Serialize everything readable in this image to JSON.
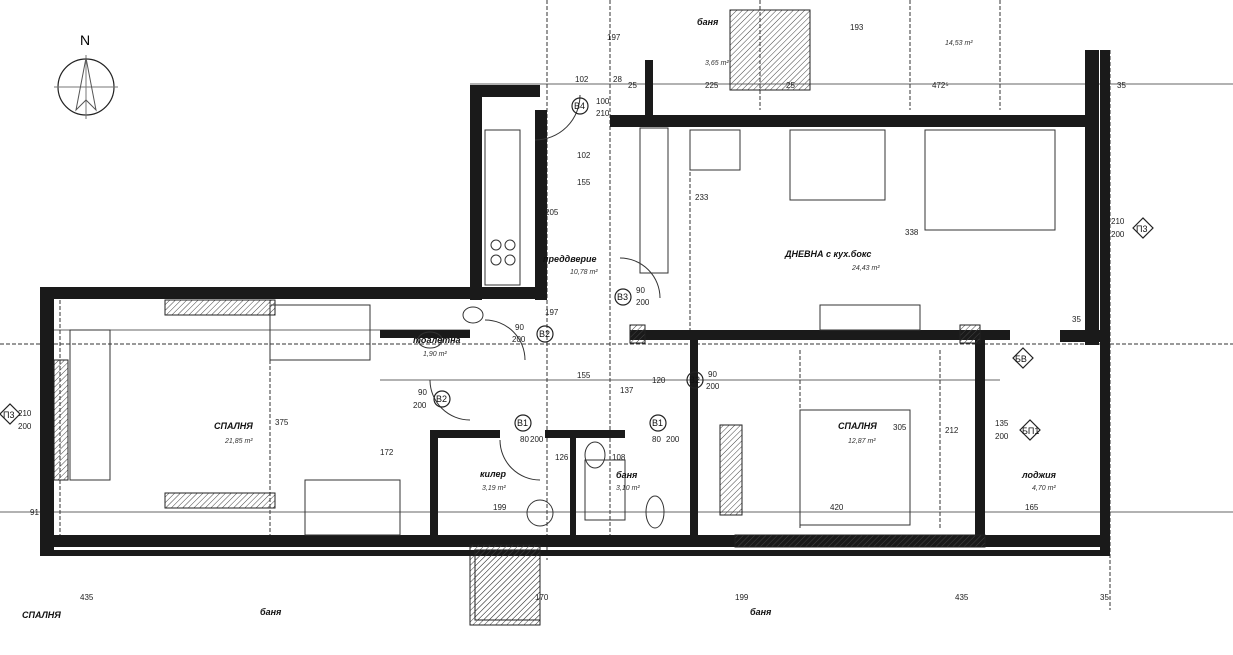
{
  "compass": {
    "label": "N"
  },
  "rooms": [
    {
      "name": "баня",
      "area": "3,65 m²"
    },
    {
      "name": "",
      "area": "14,53 m²"
    },
    {
      "name": "преддверие",
      "area": "10,78 m²"
    },
    {
      "name": "ДНЕВНА с кух.бокс",
      "area": "24,43 m²"
    },
    {
      "name": "тоалетна",
      "area": "1,90 m²"
    },
    {
      "name": "СПАЛНЯ",
      "area": "21,85 m²"
    },
    {
      "name": "килер",
      "area": "3,19 m²"
    },
    {
      "name": "баня",
      "area": "3,10 m²"
    },
    {
      "name": "СПАЛНЯ",
      "area": "12,87 m²"
    },
    {
      "name": "лоджия",
      "area": "4,70 m²"
    }
  ],
  "neighbor_labels": [
    "СПАЛНЯ",
    "баня",
    "баня"
  ],
  "doors": [
    {
      "tag": "B4",
      "w": "100",
      "h": "210"
    },
    {
      "tag": "B3",
      "w": "90",
      "h": "200"
    },
    {
      "tag": "B2",
      "w": "90",
      "h": "200"
    },
    {
      "tag": "B2",
      "w": "90",
      "h": "200"
    },
    {
      "tag": "B1",
      "w": "80",
      "h": "200"
    },
    {
      "tag": "B1",
      "w": "80",
      "h": "200"
    },
    {
      "tag": "B2",
      "w": "90",
      "h": "200"
    },
    {
      "tag": "БВ",
      "w": "",
      "h": ""
    }
  ],
  "windows": [
    {
      "tag": "П3",
      "w": "210",
      "h": "200"
    },
    {
      "tag": "П3",
      "w": "210",
      "h": "200"
    },
    {
      "tag": "БП1",
      "w": "135",
      "h": "200"
    }
  ],
  "dimensions": [
    "102",
    "28",
    "25",
    "225",
    "25",
    "472⁵",
    "35",
    "102",
    "155",
    "197",
    "193",
    "233",
    "338",
    "205",
    "120",
    "137",
    "155",
    "197",
    "172",
    "375",
    "199",
    "126",
    "108",
    "420",
    "305",
    "212",
    "165",
    "35",
    "435",
    "170",
    "199",
    "435",
    "35",
    "91"
  ]
}
